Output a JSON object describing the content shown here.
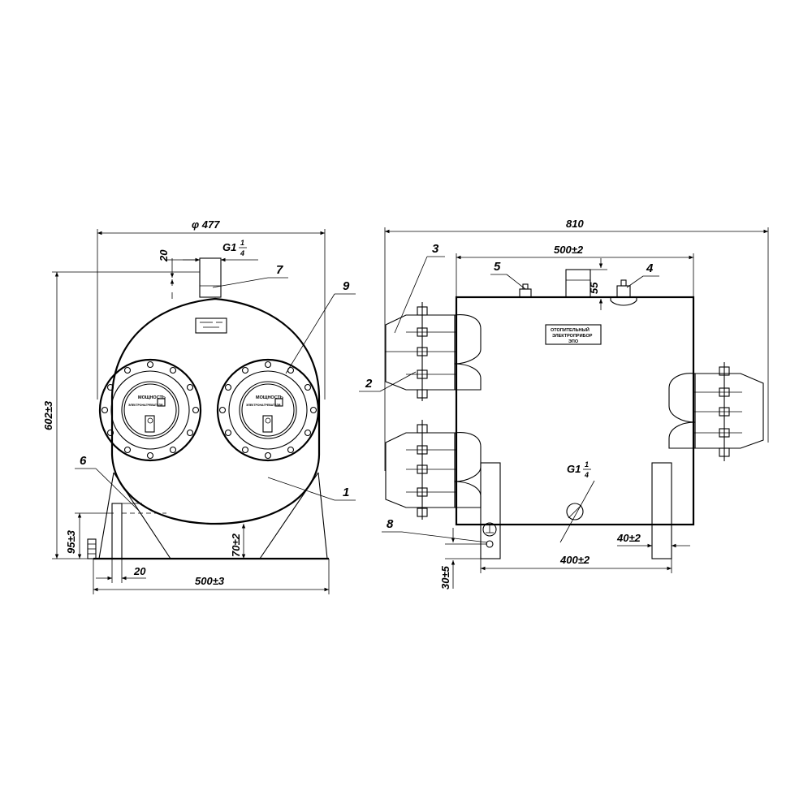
{
  "dimensions": {
    "diameter": "φ 477",
    "pipe_offset": "20",
    "pipe_thread": "G1",
    "pipe_thread_frac_num": "1",
    "pipe_thread_frac_den": "4",
    "height": "602±3",
    "leg_foot_height": "95±3",
    "bottom_clearance": "70±2",
    "leg_width": "20",
    "base_width": "500±3",
    "total_length": "810",
    "body_length": "500±2",
    "fitting_height": "55",
    "drain_thread": "G1",
    "drain_thread_frac_num": "1",
    "drain_thread_frac_den": "4",
    "support_width": "40±2",
    "support_spacing": "400±2",
    "ground_offset": "30±5"
  },
  "callouts": [
    "1",
    "2",
    "3",
    "4",
    "5",
    "6",
    "7",
    "8",
    "9"
  ],
  "nameplate": [
    "ОТОПИТЕЛЬНЫЙ",
    "ЭЛЕКТРОПРИБОР",
    "ЭПО"
  ],
  "heater_label": "МОЩНОСТЬ",
  "heater_sublabel": "ЭЛЕКТРОНАГРЕВАТЕЛЯ"
}
